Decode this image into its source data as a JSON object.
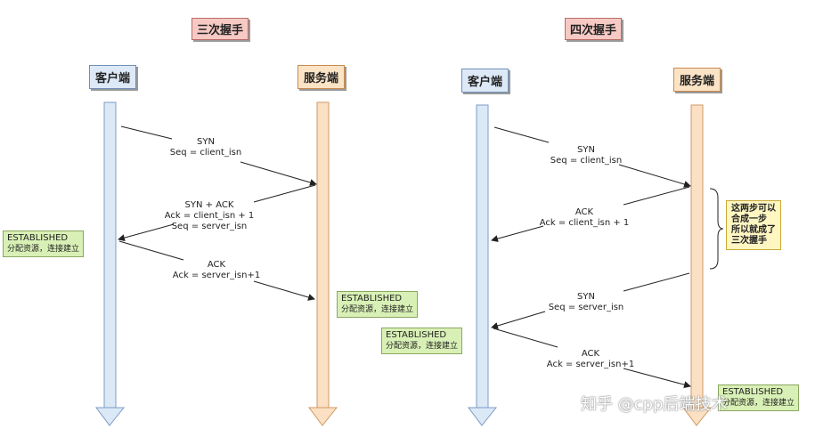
{
  "left": {
    "title": "三次握手",
    "client_label": "客户端",
    "server_label": "服务端",
    "msg1": {
      "line1": "SYN",
      "line2": "Seq = client_isn"
    },
    "msg2": {
      "line1": "SYN + ACK",
      "line2": "Ack = client_isn + 1",
      "line3": "Seq = server_isn"
    },
    "msg3": {
      "line1": "ACK",
      "line2": "Ack = server_isn+1"
    },
    "client_established": {
      "status": "ESTABLISHED",
      "detail": "分配资源，连接建立"
    },
    "server_established": {
      "status": "ESTABLISHED",
      "detail": "分配资源，连接建立"
    }
  },
  "right": {
    "title": "四次握手",
    "client_label": "客户端",
    "server_label": "服务端",
    "msg1": {
      "line1": "SYN",
      "line2": "Seq = client_isn"
    },
    "msg2": {
      "line1": "ACK",
      "line2": "Ack = client_isn + 1"
    },
    "msg3": {
      "line1": "SYN",
      "line2": "Seq = server_isn"
    },
    "msg4": {
      "line1": "ACK",
      "line2": "Ack = server_isn+1"
    },
    "note": [
      "这两步可以",
      "合成一步",
      "所以就成了",
      "三次握手"
    ],
    "client_established": {
      "status": "ESTABLISHED",
      "detail": "分配资源，连接建立"
    },
    "server_established": {
      "status": "ESTABLISHED",
      "detail": "分配资源，连接建立"
    }
  },
  "watermark": "知乎 @cpp后端技术",
  "colors": {
    "client_lane": "#dbe8f6",
    "server_lane": "#fbe0c4",
    "established": "#d8f0b5",
    "note": "#fff6c2"
  }
}
